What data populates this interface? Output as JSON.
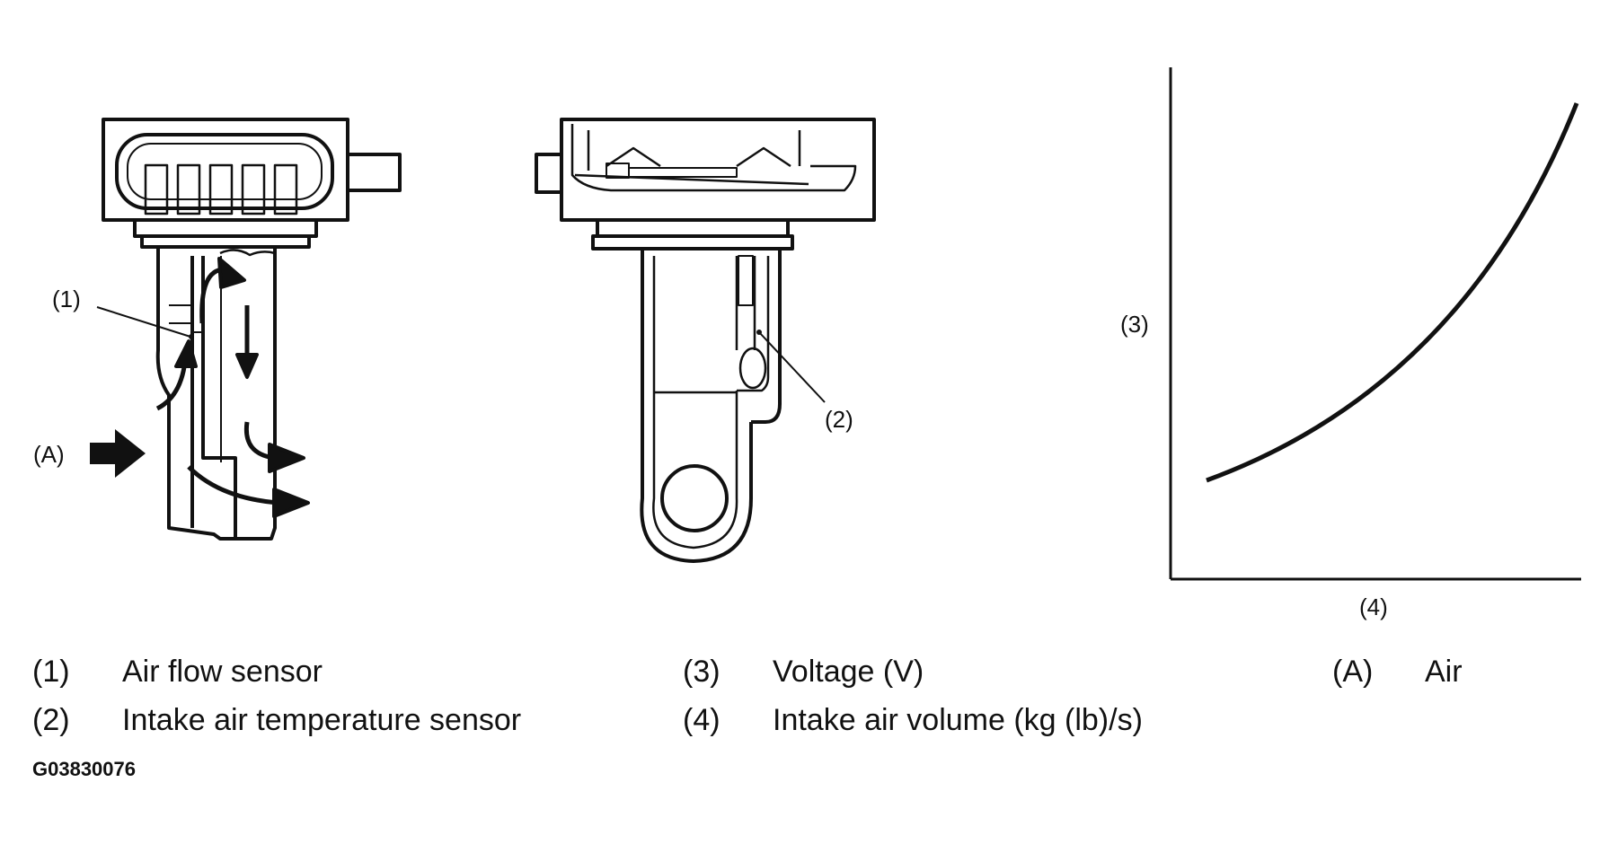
{
  "callouts": {
    "c1": "(1)",
    "c2": "(2)",
    "c3": "(3)",
    "c4": "(4)",
    "cA": "(A)"
  },
  "legend": [
    {
      "num": "(1)",
      "text": "Air flow sensor"
    },
    {
      "num": "(2)",
      "text": "Intake air temperature sensor"
    },
    {
      "num": "(3)",
      "text": "Voltage (V)"
    },
    {
      "num": "(4)",
      "text": "Intake air volume (kg (lb)/s)"
    },
    {
      "num": "(A)",
      "text": "Air"
    }
  ],
  "figure_code": "G03830076"
}
